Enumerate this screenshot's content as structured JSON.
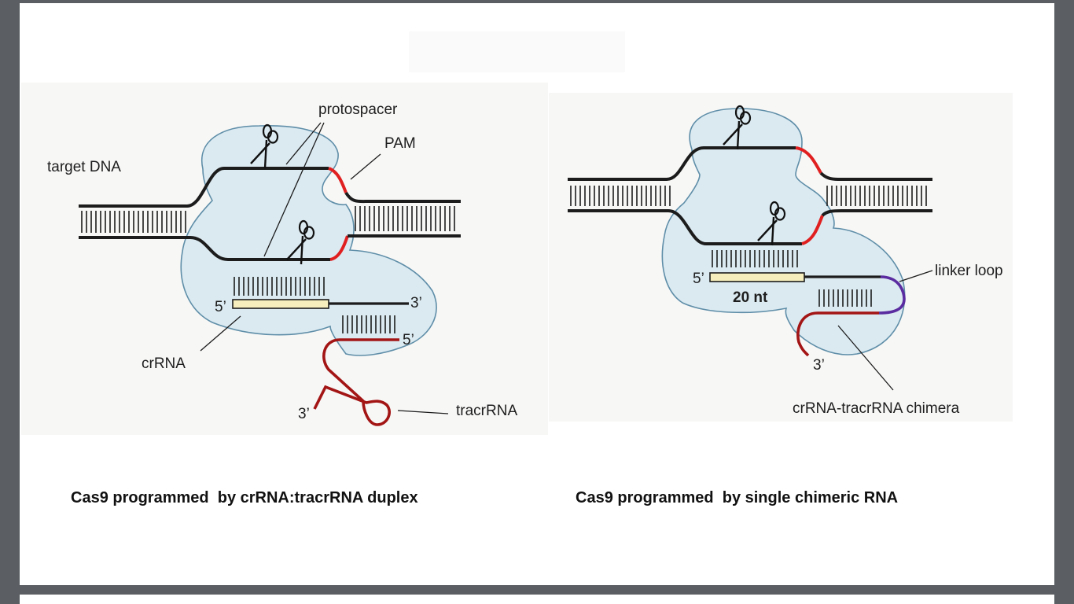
{
  "colors": {
    "background": "#5b5e62",
    "slide": "#ffffff",
    "cas9_fill": "#dbeaf1",
    "cas9_outline": "#5f8ea8",
    "dna_strand": "#1c1c1c",
    "pam": "#e02020",
    "tracrRNA": "#a31515",
    "linker": "#5a2ca0",
    "spacer_box": "#f6efbd"
  },
  "icons": [
    "scissors-icon"
  ],
  "left_diagram": {
    "labels": {
      "protospacer": "protospacer",
      "pam": "PAM",
      "target_dna": "target DNA",
      "five_prime_crrna": "5’",
      "three_prime_crrna": "3’",
      "five_prime_tracr": "5’",
      "three_prime_tracr": "3’",
      "crrna": "crRNA",
      "tracrrna": "tracrRNA"
    },
    "caption": "Cas9 programmed  by crRNA:tracrRNA duplex"
  },
  "right_diagram": {
    "labels": {
      "five_prime": "5’",
      "length": "20 nt",
      "linker_loop": "linker loop",
      "three_prime": "3’",
      "chimera": "crRNA-tracrRNA chimera"
    },
    "caption": "Cas9 programmed  by single chimeric RNA"
  }
}
